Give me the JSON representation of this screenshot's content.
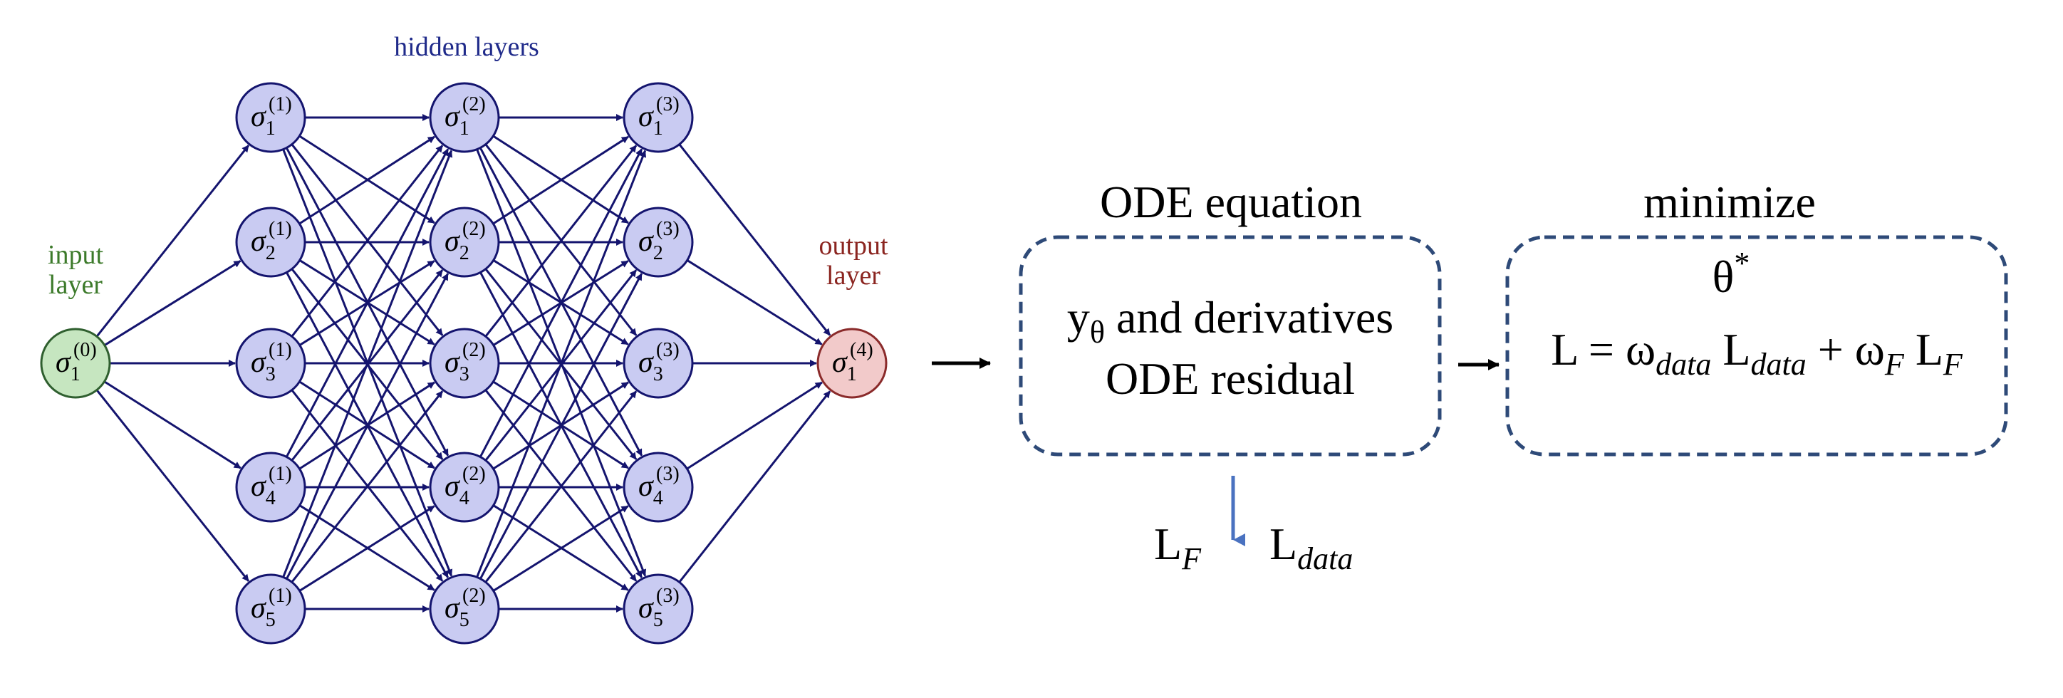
{
  "colors": {
    "edge": "#14146e",
    "node_fill": "#c9cbf2",
    "node_stroke": "#14146e",
    "input_fill": "#c6e6c0",
    "input_stroke": "#2f5f2f",
    "output_fill": "#f2caca",
    "output_stroke": "#8a2a2a",
    "input_label": "#3c7a2a",
    "output_label": "#8b2520",
    "hidden_label": "#1f2a8a",
    "box_stroke": "#2e4a78",
    "down_arrow": "#4a72c0",
    "text": "#000000"
  },
  "network": {
    "hidden_label": "hidden layers",
    "input_label": [
      "input",
      "layer"
    ],
    "output_label": [
      "output",
      "layer"
    ],
    "node_symbol": "σ",
    "layers": [
      {
        "superscript": "(0)",
        "subscripts": [
          "1"
        ]
      },
      {
        "superscript": "(1)",
        "subscripts": [
          "1",
          "2",
          "3",
          "4",
          "5"
        ]
      },
      {
        "superscript": "(2)",
        "subscripts": [
          "1",
          "2",
          "3",
          "4",
          "5"
        ]
      },
      {
        "superscript": "(3)",
        "subscripts": [
          "1",
          "2",
          "3",
          "4",
          "5"
        ]
      },
      {
        "superscript": "(4)",
        "subscripts": [
          "1"
        ]
      }
    ]
  },
  "ode_box": {
    "title": "ODE equation",
    "line1_y": "y",
    "line1_sub": "θ",
    "line1_rest": " and derivatives",
    "line2": "ODE residual"
  },
  "min_box": {
    "title": "minimize",
    "theta": "θ",
    "theta_sup": "*",
    "loss_L": "L = ω",
    "loss_sub1": "data",
    "loss_L2": " L",
    "loss_sub2": "data",
    "loss_plus": " + ω",
    "loss_sub3": "F",
    "loss_L3": " L",
    "loss_sub4": "F"
  },
  "outputs": {
    "lf": "L",
    "lf_sub": "F",
    "ldata": "L",
    "ldata_sub": "data"
  }
}
